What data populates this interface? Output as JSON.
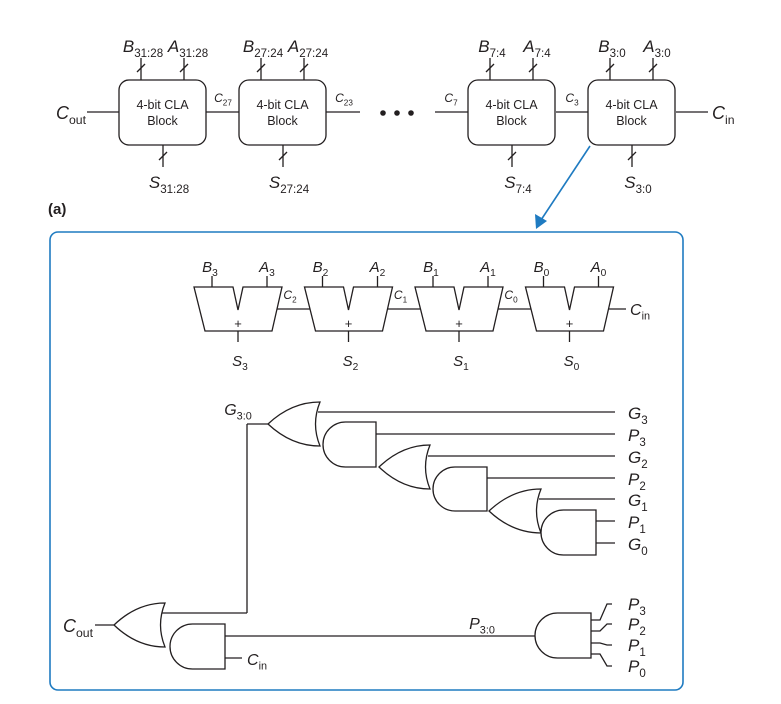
{
  "part_a": {
    "label": "(a)",
    "block_line1": "4-bit CLA",
    "block_line2": "Block",
    "cout": {
      "m": "C",
      "s": "out"
    },
    "cin": {
      "m": "C",
      "s": "in"
    },
    "blocks": [
      {
        "b": {
          "m": "B",
          "s": "31:28"
        },
        "a": {
          "m": "A",
          "s": "31:28"
        },
        "sum": {
          "m": "S",
          "s": "31:28"
        }
      },
      {
        "b": {
          "m": "B",
          "s": "27:24"
        },
        "a": {
          "m": "A",
          "s": "27:24"
        },
        "sum": {
          "m": "S",
          "s": "27:24"
        }
      },
      {
        "b": {
          "m": "B",
          "s": "7:4"
        },
        "a": {
          "m": "A",
          "s": "7:4"
        },
        "sum": {
          "m": "S",
          "s": "7:4"
        }
      },
      {
        "b": {
          "m": "B",
          "s": "3:0"
        },
        "a": {
          "m": "A",
          "s": "3:0"
        },
        "sum": {
          "m": "S",
          "s": "3:0"
        }
      }
    ],
    "carries": [
      {
        "m": "C",
        "s": "27"
      },
      {
        "m": "C",
        "s": "23"
      },
      {
        "m": "C",
        "s": "7"
      },
      {
        "m": "C",
        "s": "3"
      }
    ]
  },
  "part_b": {
    "adder_symbol": "+",
    "adders": [
      {
        "b": {
          "m": "B",
          "s": "3"
        },
        "a": {
          "m": "A",
          "s": "3"
        },
        "sum": {
          "m": "S",
          "s": "3"
        }
      },
      {
        "b": {
          "m": "B",
          "s": "2"
        },
        "a": {
          "m": "A",
          "s": "2"
        },
        "sum": {
          "m": "S",
          "s": "2"
        }
      },
      {
        "b": {
          "m": "B",
          "s": "1"
        },
        "a": {
          "m": "A",
          "s": "1"
        },
        "sum": {
          "m": "S",
          "s": "1"
        }
      },
      {
        "b": {
          "m": "B",
          "s": "0"
        },
        "a": {
          "m": "A",
          "s": "0"
        },
        "sum": {
          "m": "S",
          "s": "0"
        }
      }
    ],
    "carries": [
      {
        "m": "C",
        "s": "2"
      },
      {
        "m": "C",
        "s": "1"
      },
      {
        "m": "C",
        "s": "0"
      }
    ],
    "cin": {
      "m": "C",
      "s": "in"
    },
    "g30": {
      "m": "G",
      "s": "3:0"
    },
    "p30": {
      "m": "P",
      "s": "3:0"
    },
    "g_inputs": [
      {
        "m": "G",
        "s": "3"
      },
      {
        "m": "P",
        "s": "3"
      },
      {
        "m": "G",
        "s": "2"
      },
      {
        "m": "P",
        "s": "2"
      },
      {
        "m": "G",
        "s": "1"
      },
      {
        "m": "P",
        "s": "1"
      },
      {
        "m": "G",
        "s": "0"
      }
    ],
    "p_inputs": [
      {
        "m": "P",
        "s": "3"
      },
      {
        "m": "P",
        "s": "2"
      },
      {
        "m": "P",
        "s": "1"
      },
      {
        "m": "P",
        "s": "0"
      }
    ],
    "cout": {
      "m": "C",
      "s": "out"
    },
    "cin2": {
      "m": "C",
      "s": "in"
    }
  },
  "colors": {
    "arrow": "#1f7bc1",
    "frame": "#1f7bc1",
    "ink": "#231f20"
  }
}
